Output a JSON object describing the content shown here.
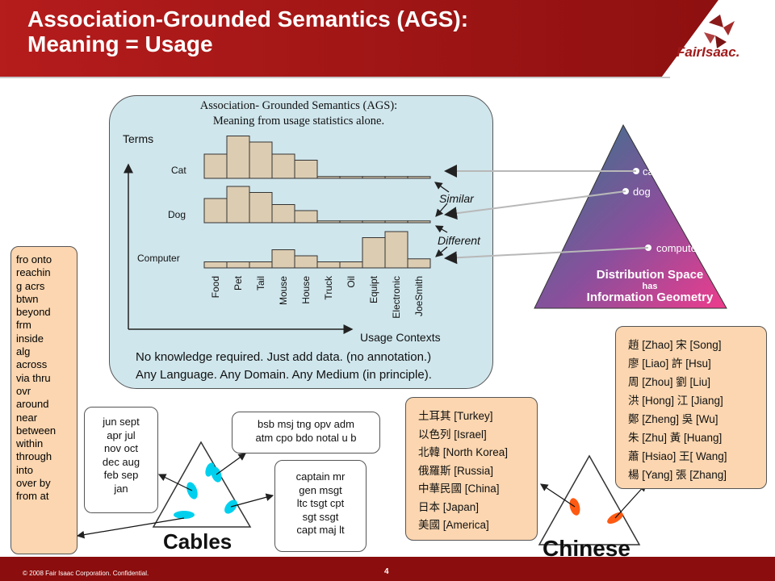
{
  "slide": {
    "title_line1": "Association-Grounded Semantics (AGS):",
    "title_line2": "Meaning = Usage",
    "logo": "FairIsaac.",
    "copyright": "© 2008 Fair Isaac Corporation. Confidential.",
    "page_number": "4",
    "colors": {
      "header": "#a81616",
      "footer": "#8b0d0d",
      "panel": "#cfe6ec",
      "peach": "#fbd6b0",
      "bar": "#dccdb2"
    }
  },
  "ags_panel": {
    "title_line1": "Association- Grounded Semantics (AGS):",
    "title_line2": "Meaning from usage statistics alone.",
    "y_axis_label": "Terms",
    "x_axis_label": "Usage Contexts",
    "row_labels": [
      "Cat",
      "Dog",
      "Computer"
    ],
    "annotations": [
      "Similar",
      "Different"
    ],
    "note_line1": "No knowledge required.  Just add data.  (no annotation.)",
    "note_line2": "Any Language.  Any Domain.  Any Medium (in principle)."
  },
  "chart_data": {
    "type": "bar",
    "categories": [
      "Food",
      "Pet",
      "Tail",
      "Mouse",
      "House",
      "Truck",
      "Oil",
      "Equipt",
      "Electronic",
      "JoeSmith"
    ],
    "series": [
      {
        "name": "Cat",
        "values": [
          4,
          7,
          6,
          4,
          3,
          0.3,
          0.3,
          0.3,
          0.3,
          0.3
        ]
      },
      {
        "name": "Dog",
        "values": [
          4,
          6,
          5,
          3,
          2,
          0.3,
          0.3,
          0.3,
          0.3,
          0.3
        ]
      },
      {
        "name": "Computer",
        "values": [
          1,
          1,
          1,
          3,
          2,
          1,
          1,
          5,
          6,
          1.5
        ]
      }
    ],
    "xlabel": "Usage Contexts",
    "ylabel": "Terms"
  },
  "triangle": {
    "points": [
      "cat",
      "dog",
      "computer"
    ],
    "caption_line1": "Distribution Space",
    "caption_mid": "has",
    "caption_line2": "Information Geometry"
  },
  "cables": {
    "label": "Cables",
    "left_list": "fro onto\nreachin\ng acrs\nbtwn\nbeyond\nfrm\ninside\nalg\nacross\nvia thru\novr\naround\nnear\nbetween\nwithin\nthrough\ninto\nover by\nfrom at",
    "months": "jun sept\napr jul\nnov oct\ndec aug\nfeb sep\njan",
    "abbrevs": "bsb msj tng opv adm\natm cpo bdo notal u b",
    "ranks": "captain mr\ngen msgt\nltc tsgt cpt\nsgt ssgt\ncapt maj lt"
  },
  "chinese": {
    "label": "Chinese",
    "countries": [
      "土耳其 [Turkey]",
      "以色列 [Israel]",
      "北韓 [North Korea]",
      "俄羅斯 [Russia]",
      "中華民國 [China]",
      "日本 [Japan]",
      "美國 [America]"
    ],
    "surnames": [
      "趙 [Zhao]  宋 [Song]",
      "廖 [Liao]  許 [Hsu]",
      "周 [Zhou]  劉 [Liu]",
      "洪 [Hong]  江 [Jiang]",
      "鄭 [Zheng] 吳 [Wu]",
      "朱 [Zhu]  黃 [Huang]",
      "蕭 [Hsiao] 王[ Wang]",
      "楊 [Yang]  張 [Zhang]"
    ]
  }
}
